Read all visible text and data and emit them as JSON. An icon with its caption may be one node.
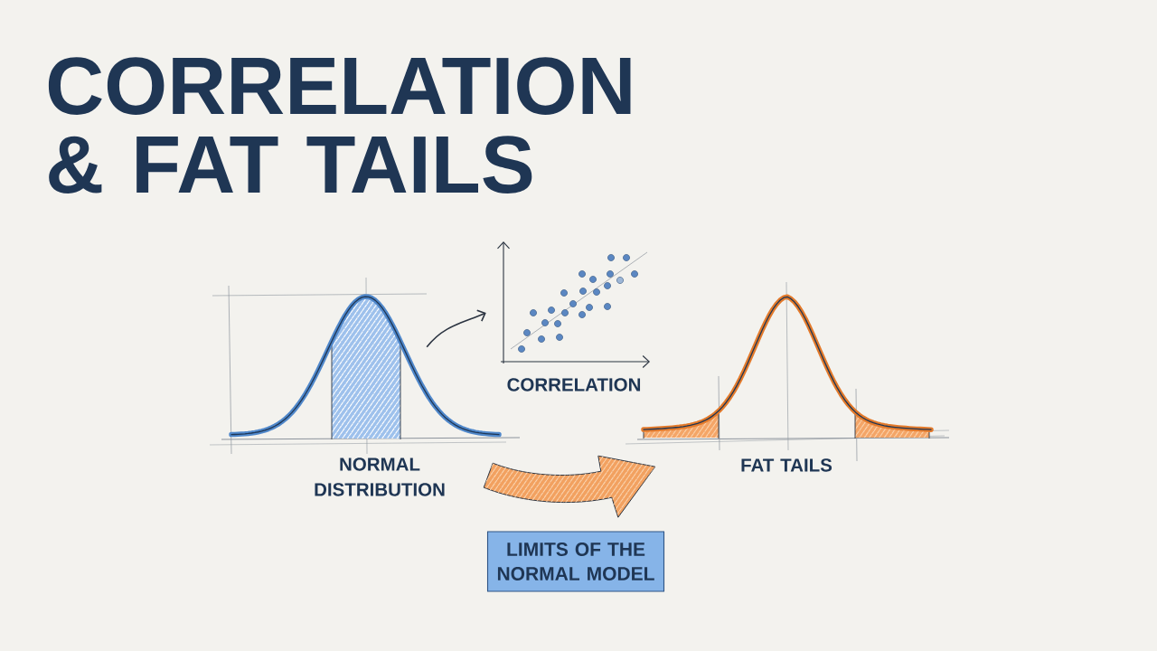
{
  "diagram": {
    "title": "CORRELATION & FAT TAILS",
    "nodes": [
      {
        "text": [],
        "shape": "picture",
        "beside": [
          "NORMAL DISTRIBUTION"
        ]
      },
      {
        "text": [],
        "shape": "picture",
        "beside": [
          "CORRELATION"
        ]
      },
      {
        "text": [],
        "shape": "picture",
        "beside": [
          "FAT TAILS"
        ]
      },
      {
        "text": [
          "LIMITS OF THE NORMAL MODEL"
        ]
      }
    ],
    "edges": [
      {
        "from": 0,
        "to": 1,
        "arrow": "to"
      },
      {
        "from": 0,
        "to": 2,
        "arrow": "to",
        "style": "thick",
        "color": "#f2a160"
      }
    ]
  }
}
